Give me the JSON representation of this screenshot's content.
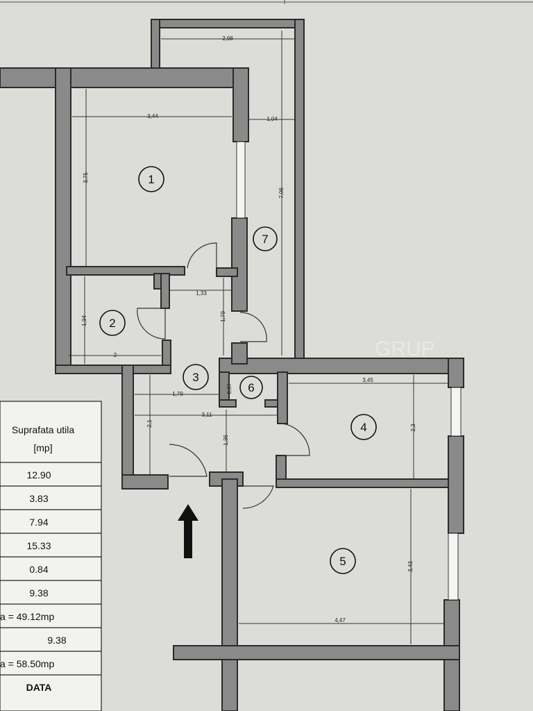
{
  "rooms": [
    "1",
    "2",
    "3",
    "4",
    "5",
    "6",
    "7"
  ],
  "dimensions": {
    "balcony_width": "2,98",
    "room1_width": "3,44",
    "room1_height": "3,75",
    "hall_width": "1,04",
    "balcony_length": "7,06",
    "corridor_width": "1,33",
    "corridor_height": "1,79",
    "room2_height": "1,94",
    "room2_width": "2",
    "room3_width_a": "1,79",
    "room3_width_b": "3,11",
    "room3_height": "2,1",
    "room6_width": "0,87",
    "passage_height": "1,36",
    "room4_width": "3,45",
    "room4_height": "2,3",
    "room5_height": "3,43",
    "room5_width": "4,47"
  },
  "table": {
    "header": "Suprafata utila",
    "unit": "[mp]",
    "rows": [
      "12.90",
      "3.83",
      "7.94",
      "15.33",
      "0.84",
      "9.38",
      "a = 49.12mp",
      "9.38",
      "a = 58.50mp",
      "DATA"
    ]
  },
  "watermark": "GRUP",
  "colors": {
    "wall": "#8a8a8a",
    "paper": "#dcdcd8",
    "ink": "#111111"
  }
}
